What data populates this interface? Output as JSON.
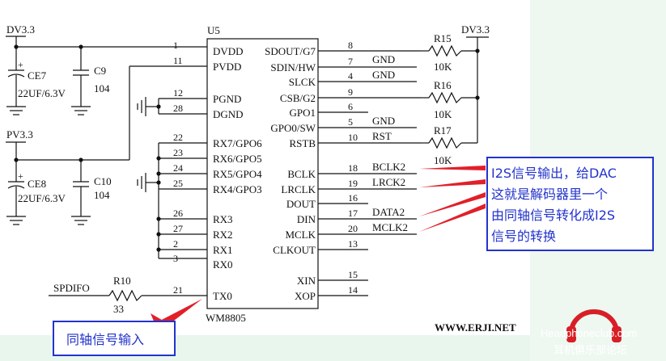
{
  "rails": {
    "dv33_left": "DV3.3",
    "dv33_right": "DV3.3",
    "pv33": "PV3.3"
  },
  "chip": {
    "refdes": "U5",
    "part": "WM8805",
    "left_pins": [
      {
        "num": "1",
        "name": "DVDD"
      },
      {
        "num": "11",
        "name": "PVDD"
      },
      {
        "num": "12",
        "name": "PGND"
      },
      {
        "num": "28",
        "name": "DGND"
      },
      {
        "num": "22",
        "name": "RX7/GPO6"
      },
      {
        "num": "23",
        "name": "RX6/GPO5"
      },
      {
        "num": "24",
        "name": "RX5/GPO4"
      },
      {
        "num": "25",
        "name": "RX4/GPO3"
      },
      {
        "num": "26",
        "name": "RX3"
      },
      {
        "num": "27",
        "name": "RX2"
      },
      {
        "num": "2",
        "name": "RX1"
      },
      {
        "num": "3",
        "name": "RX0"
      },
      {
        "num": "21",
        "name": "TX0"
      }
    ],
    "right_pins": [
      {
        "num": "8",
        "name": "SDOUT/G7"
      },
      {
        "num": "7",
        "name": "SDIN/HW"
      },
      {
        "num": "4",
        "name": "SLCK"
      },
      {
        "num": "9",
        "name": "CSB/G2"
      },
      {
        "num": "6",
        "name": "GPO1"
      },
      {
        "num": "5",
        "name": "GPO0/SW"
      },
      {
        "num": "10",
        "name": "RSTB"
      },
      {
        "num": "18",
        "name": "BCLK"
      },
      {
        "num": "19",
        "name": "LRCLK"
      },
      {
        "num": "16",
        "name": "DOUT"
      },
      {
        "num": "17",
        "name": "DIN"
      },
      {
        "num": "20",
        "name": "MCLK"
      },
      {
        "num": "13",
        "name": "CLKOUT"
      },
      {
        "num": "15",
        "name": "XIN"
      },
      {
        "num": "14",
        "name": "XOP"
      }
    ]
  },
  "nets": {
    "gnd1": "GND",
    "gnd2": "GND",
    "gnd3": "GND",
    "rst": "RST",
    "bclk2": "BCLK2",
    "lrck2": "LRCK2",
    "data2": "DATA2",
    "mclk2": "MCLK2",
    "spdifo": "SPDIFO"
  },
  "components": {
    "ce7": {
      "ref": "CE7",
      "value": "22UF/6.3V"
    },
    "c9": {
      "ref": "C9",
      "value": "104"
    },
    "ce8": {
      "ref": "CE8",
      "value": "22UF/6.3V"
    },
    "c10": {
      "ref": "C10",
      "value": "104"
    },
    "r15": {
      "ref": "R15",
      "value": "10K"
    },
    "r16": {
      "ref": "R16",
      "value": "10K"
    },
    "r17": {
      "ref": "R17",
      "value": "10K"
    },
    "r10": {
      "ref": "R10",
      "value": "33"
    }
  },
  "annotations": {
    "i2s_note": [
      "I2S信号输出，给DAC",
      "这就是解码器里一个",
      "由同轴信号转化成I2S",
      "信号的转换"
    ],
    "coax_note": "同轴信号输入",
    "annotation_color": "#e0202a",
    "annotation_text_color": "#2233cc"
  },
  "footer": {
    "site": "WWW.ERJI.NET",
    "logo_text": "Headphoneclub.com",
    "logo_sub": "耳机俱乐部论坛"
  }
}
